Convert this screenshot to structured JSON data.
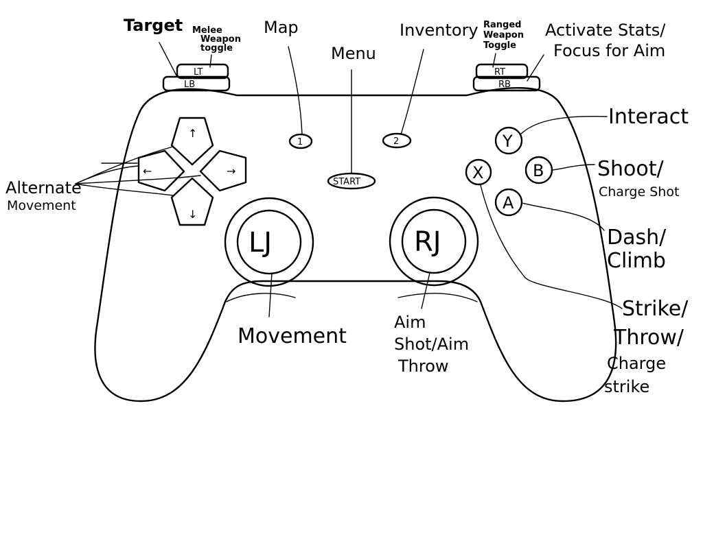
{
  "buttons": {
    "lt": "LT",
    "lb": "LB",
    "rt": "RT",
    "rb": "RB",
    "select": "1",
    "back": "2",
    "start": "START",
    "y": "Y",
    "b": "B",
    "a": "A",
    "x": "X",
    "left_stick": "LJ",
    "right_stick": "RJ",
    "dpad_up": "↑",
    "dpad_left": "←",
    "dpad_right": "→",
    "dpad_down": "↓"
  },
  "labels": {
    "target": "Target",
    "melee": [
      "Melee",
      "Weapon",
      "toggle"
    ],
    "map": "Map",
    "menu": "Menu",
    "inventory": "Inventory",
    "ranged": [
      "Ranged",
      "Weapon",
      "Toggle"
    ],
    "activate": [
      "Activate Stats/",
      "Focus for Aim"
    ],
    "interact": "Interact",
    "shoot": [
      "Shoot/",
      "Charge Shot"
    ],
    "dash": [
      "Dash/",
      "Climb"
    ],
    "strike": [
      "Strike/",
      "Throw/",
      "Charge",
      "strike"
    ],
    "alternate": [
      "Alternate",
      "Movement"
    ],
    "movement": "Movement",
    "aim": [
      "Aim",
      "Shot/Aim",
      "Throw"
    ]
  }
}
